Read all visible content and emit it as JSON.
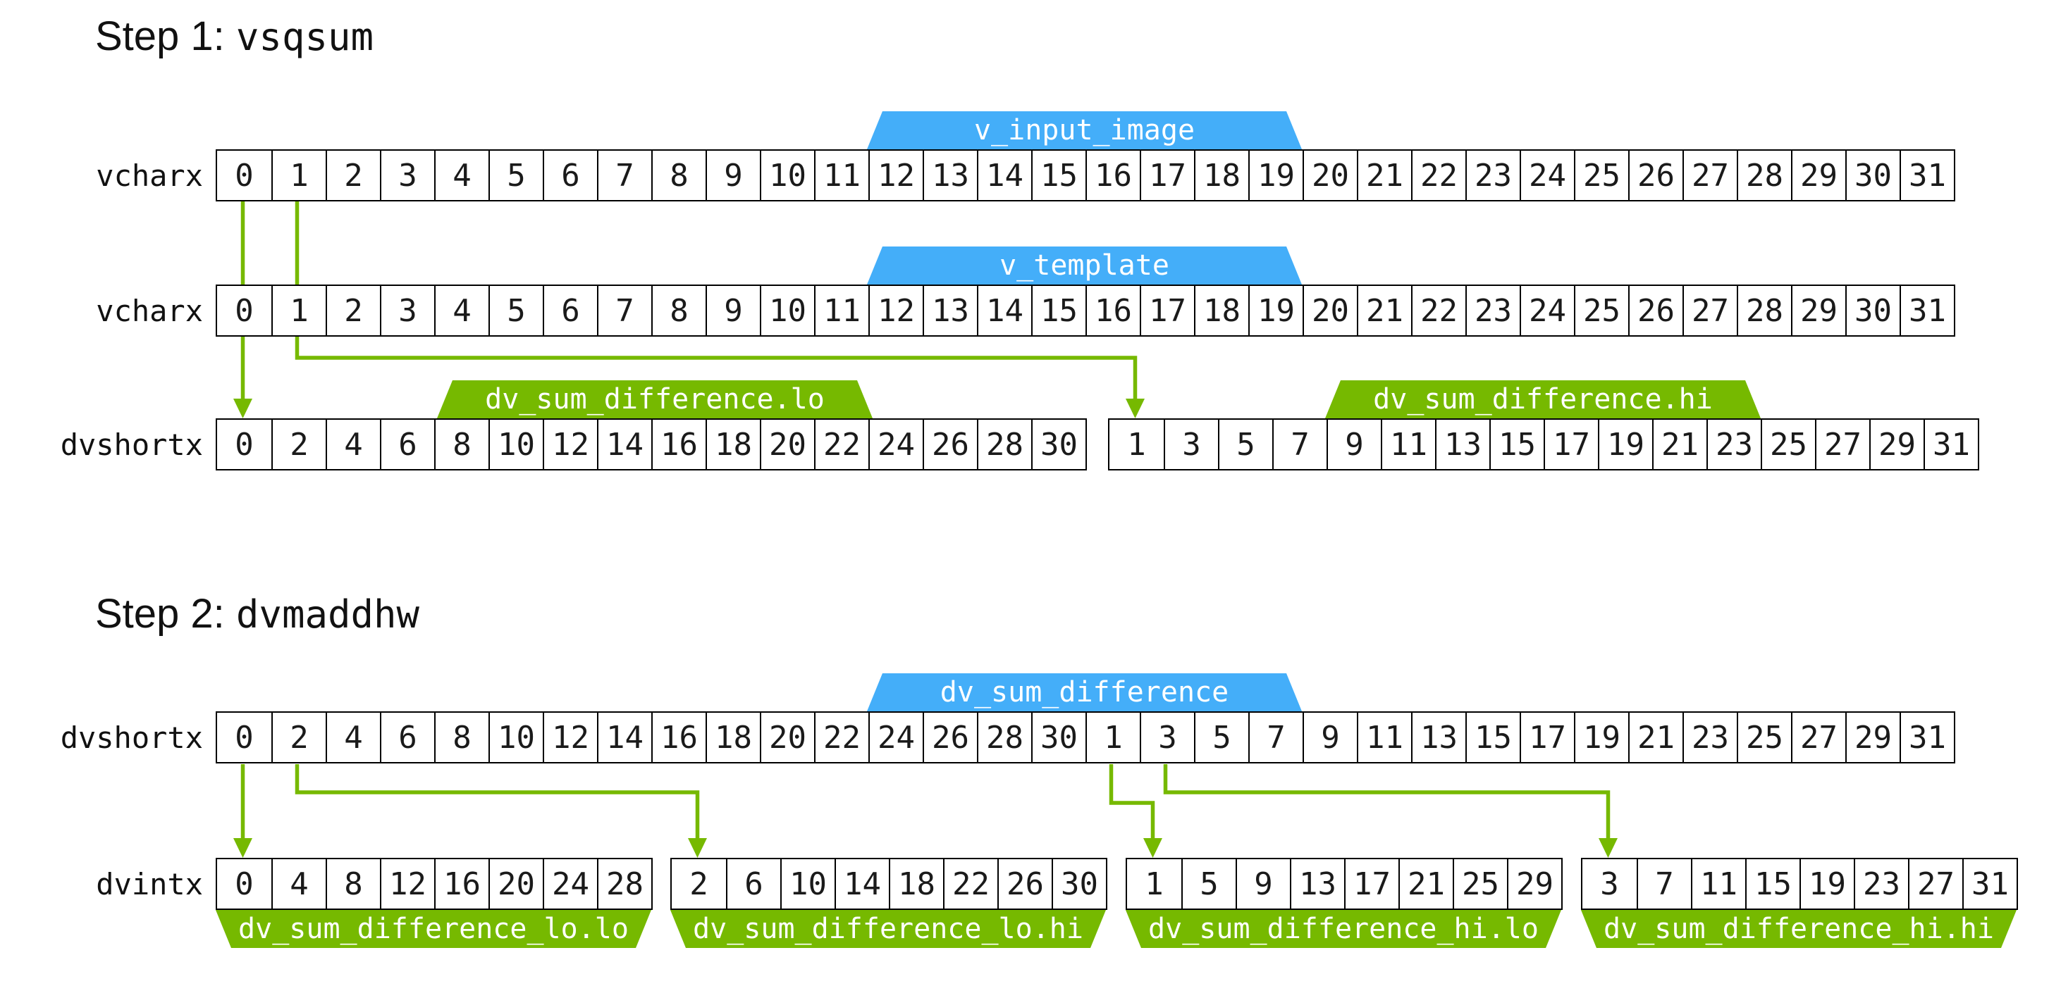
{
  "colors": {
    "accent_green": "#76b900",
    "accent_blue": "#44aef9"
  },
  "step1": {
    "title_prefix": "Step 1: ",
    "title_code": "vsqsum",
    "input_row": {
      "label": "vcharx",
      "tag": "v_input_image",
      "cells": [
        0,
        1,
        2,
        3,
        4,
        5,
        6,
        7,
        8,
        9,
        10,
        11,
        12,
        13,
        14,
        15,
        16,
        17,
        18,
        19,
        20,
        21,
        22,
        23,
        24,
        25,
        26,
        27,
        28,
        29,
        30,
        31
      ]
    },
    "template_row": {
      "label": "vcharx",
      "tag": "v_template",
      "cells": [
        0,
        1,
        2,
        3,
        4,
        5,
        6,
        7,
        8,
        9,
        10,
        11,
        12,
        13,
        14,
        15,
        16,
        17,
        18,
        19,
        20,
        21,
        22,
        23,
        24,
        25,
        26,
        27,
        28,
        29,
        30,
        31
      ]
    },
    "result_row": {
      "label": "dvshortx",
      "lo_tag": "dv_sum_difference.lo",
      "hi_tag": "dv_sum_difference.hi",
      "lo_cells": [
        0,
        2,
        4,
        6,
        8,
        10,
        12,
        14,
        16,
        18,
        20,
        22,
        24,
        26,
        28,
        30
      ],
      "hi_cells": [
        1,
        3,
        5,
        7,
        9,
        11,
        13,
        15,
        17,
        19,
        21,
        23,
        25,
        27,
        29,
        31
      ]
    }
  },
  "step2": {
    "title_prefix": "Step 2: ",
    "title_code": "dvmaddhw",
    "source_row": {
      "label": "dvshortx",
      "tag": "dv_sum_difference",
      "cells": [
        0,
        2,
        4,
        6,
        8,
        10,
        12,
        14,
        16,
        18,
        20,
        22,
        24,
        26,
        28,
        30,
        1,
        3,
        5,
        7,
        9,
        11,
        13,
        15,
        17,
        19,
        21,
        23,
        25,
        27,
        29,
        31
      ]
    },
    "result_row": {
      "label": "dvintx",
      "groups": [
        {
          "tag": "dv_sum_difference_lo.lo",
          "cells": [
            0,
            4,
            8,
            12,
            16,
            20,
            24,
            28
          ]
        },
        {
          "tag": "dv_sum_difference_lo.hi",
          "cells": [
            2,
            6,
            10,
            14,
            18,
            22,
            26,
            30
          ]
        },
        {
          "tag": "dv_sum_difference_hi.lo",
          "cells": [
            1,
            5,
            9,
            13,
            17,
            21,
            25,
            29
          ]
        },
        {
          "tag": "dv_sum_difference_hi.hi",
          "cells": [
            3,
            7,
            11,
            15,
            19,
            23,
            27,
            31
          ]
        }
      ]
    }
  }
}
